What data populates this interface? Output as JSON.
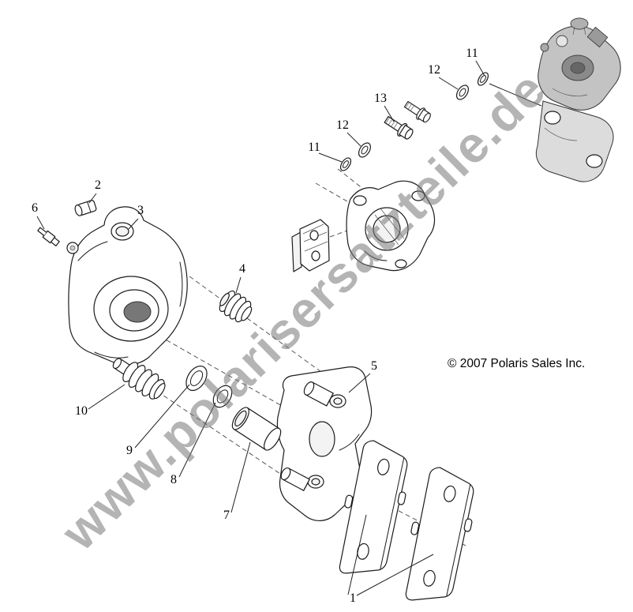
{
  "page": {
    "watermark": "www.polarisersatzteile.de",
    "copyright": "© 2007 Polaris Sales Inc."
  },
  "callouts": [
    {
      "label": "11"
    },
    {
      "label": "12"
    },
    {
      "label": "13"
    },
    {
      "label": "12"
    },
    {
      "label": "11"
    },
    {
      "label": "2"
    },
    {
      "label": "6"
    },
    {
      "label": "3"
    },
    {
      "label": "4"
    },
    {
      "label": "5"
    },
    {
      "label": "10"
    },
    {
      "label": "9"
    },
    {
      "label": "8"
    },
    {
      "label": "7"
    },
    {
      "label": "1"
    }
  ]
}
